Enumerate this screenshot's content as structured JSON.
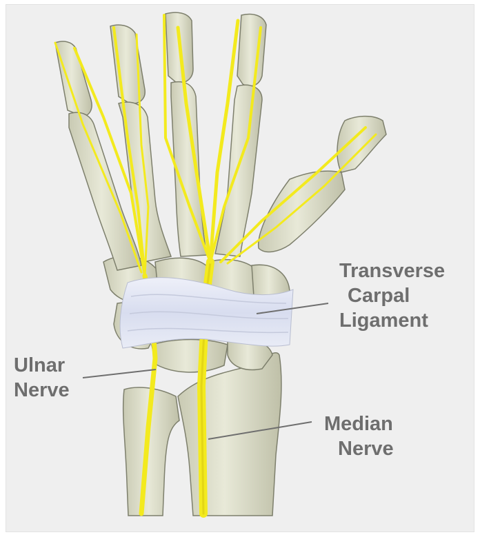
{
  "labels": {
    "transverse_carpal_ligament": [
      "Transverse",
      "Carpal",
      "Ligament"
    ],
    "ulnar_nerve": [
      "Ulnar",
      "Nerve"
    ],
    "median_nerve": [
      "Median",
      "Nerve"
    ]
  },
  "colors": {
    "background": "#efefef",
    "bone": "#dfe0cc",
    "bone_outline": "#7d7f6c",
    "nerve": "#f3ea1e",
    "ligament": "#dfe3f2",
    "label_text": "#6e6e6e"
  }
}
